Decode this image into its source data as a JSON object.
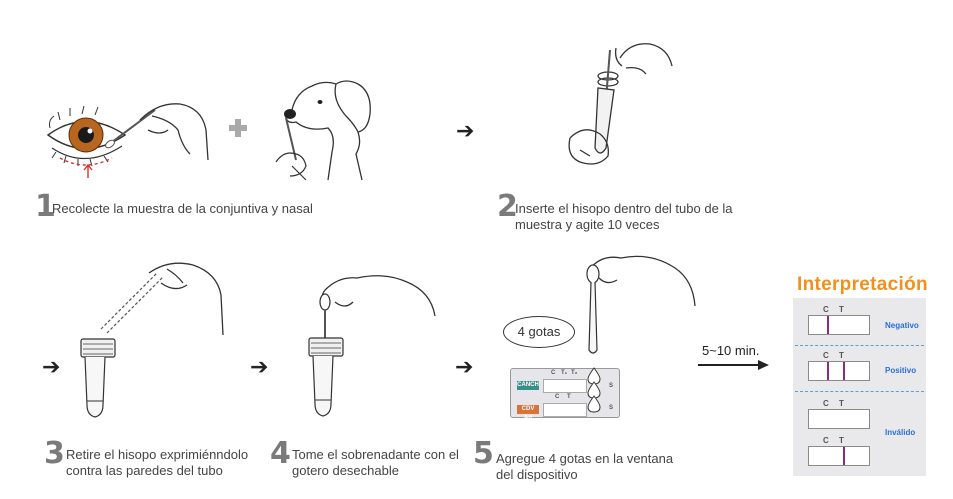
{
  "steps": [
    {
      "number": "1",
      "caption": "Recolecte la muestra de la conjuntiva y nasal"
    },
    {
      "number": "2",
      "caption_line1": "Inserte el hisopo dentro del tubo de la",
      "caption_line2": "muestra y agite 10 veces"
    },
    {
      "number": "3",
      "caption_line1": "Retire el hisopo exprimiénndolo",
      "caption_line2": "contra las paredes del tubo"
    },
    {
      "number": "4",
      "caption_line1": "Tome el sobrenadante con el",
      "caption_line2": "gotero desechable"
    },
    {
      "number": "5",
      "caption_line1": "Agregue 4 gotas en la ventana",
      "caption_line2": "del dispositivo"
    }
  ],
  "drops_bubble": "4 gotas",
  "device": {
    "label_top": "CANCH",
    "label_bottom": "CDV Ag",
    "c_mark": "C",
    "t1_mark": "T₁",
    "t2_mark": "T₂",
    "t_mark": "T",
    "s_mark": "S"
  },
  "wait_time": "5~10 min.",
  "interpretation": {
    "title": "Interpretación",
    "c_label": "C",
    "t_label": "T",
    "negative": "Negativo",
    "positive": "Positivo",
    "invalid": "Inválido"
  },
  "colors": {
    "title_orange": "#f0901e",
    "line_purple": "#8c2a7c",
    "label_blue": "#2a6fd6",
    "panel_gray": "#e9e9ec",
    "plus_gray": "#aaaaaa"
  }
}
